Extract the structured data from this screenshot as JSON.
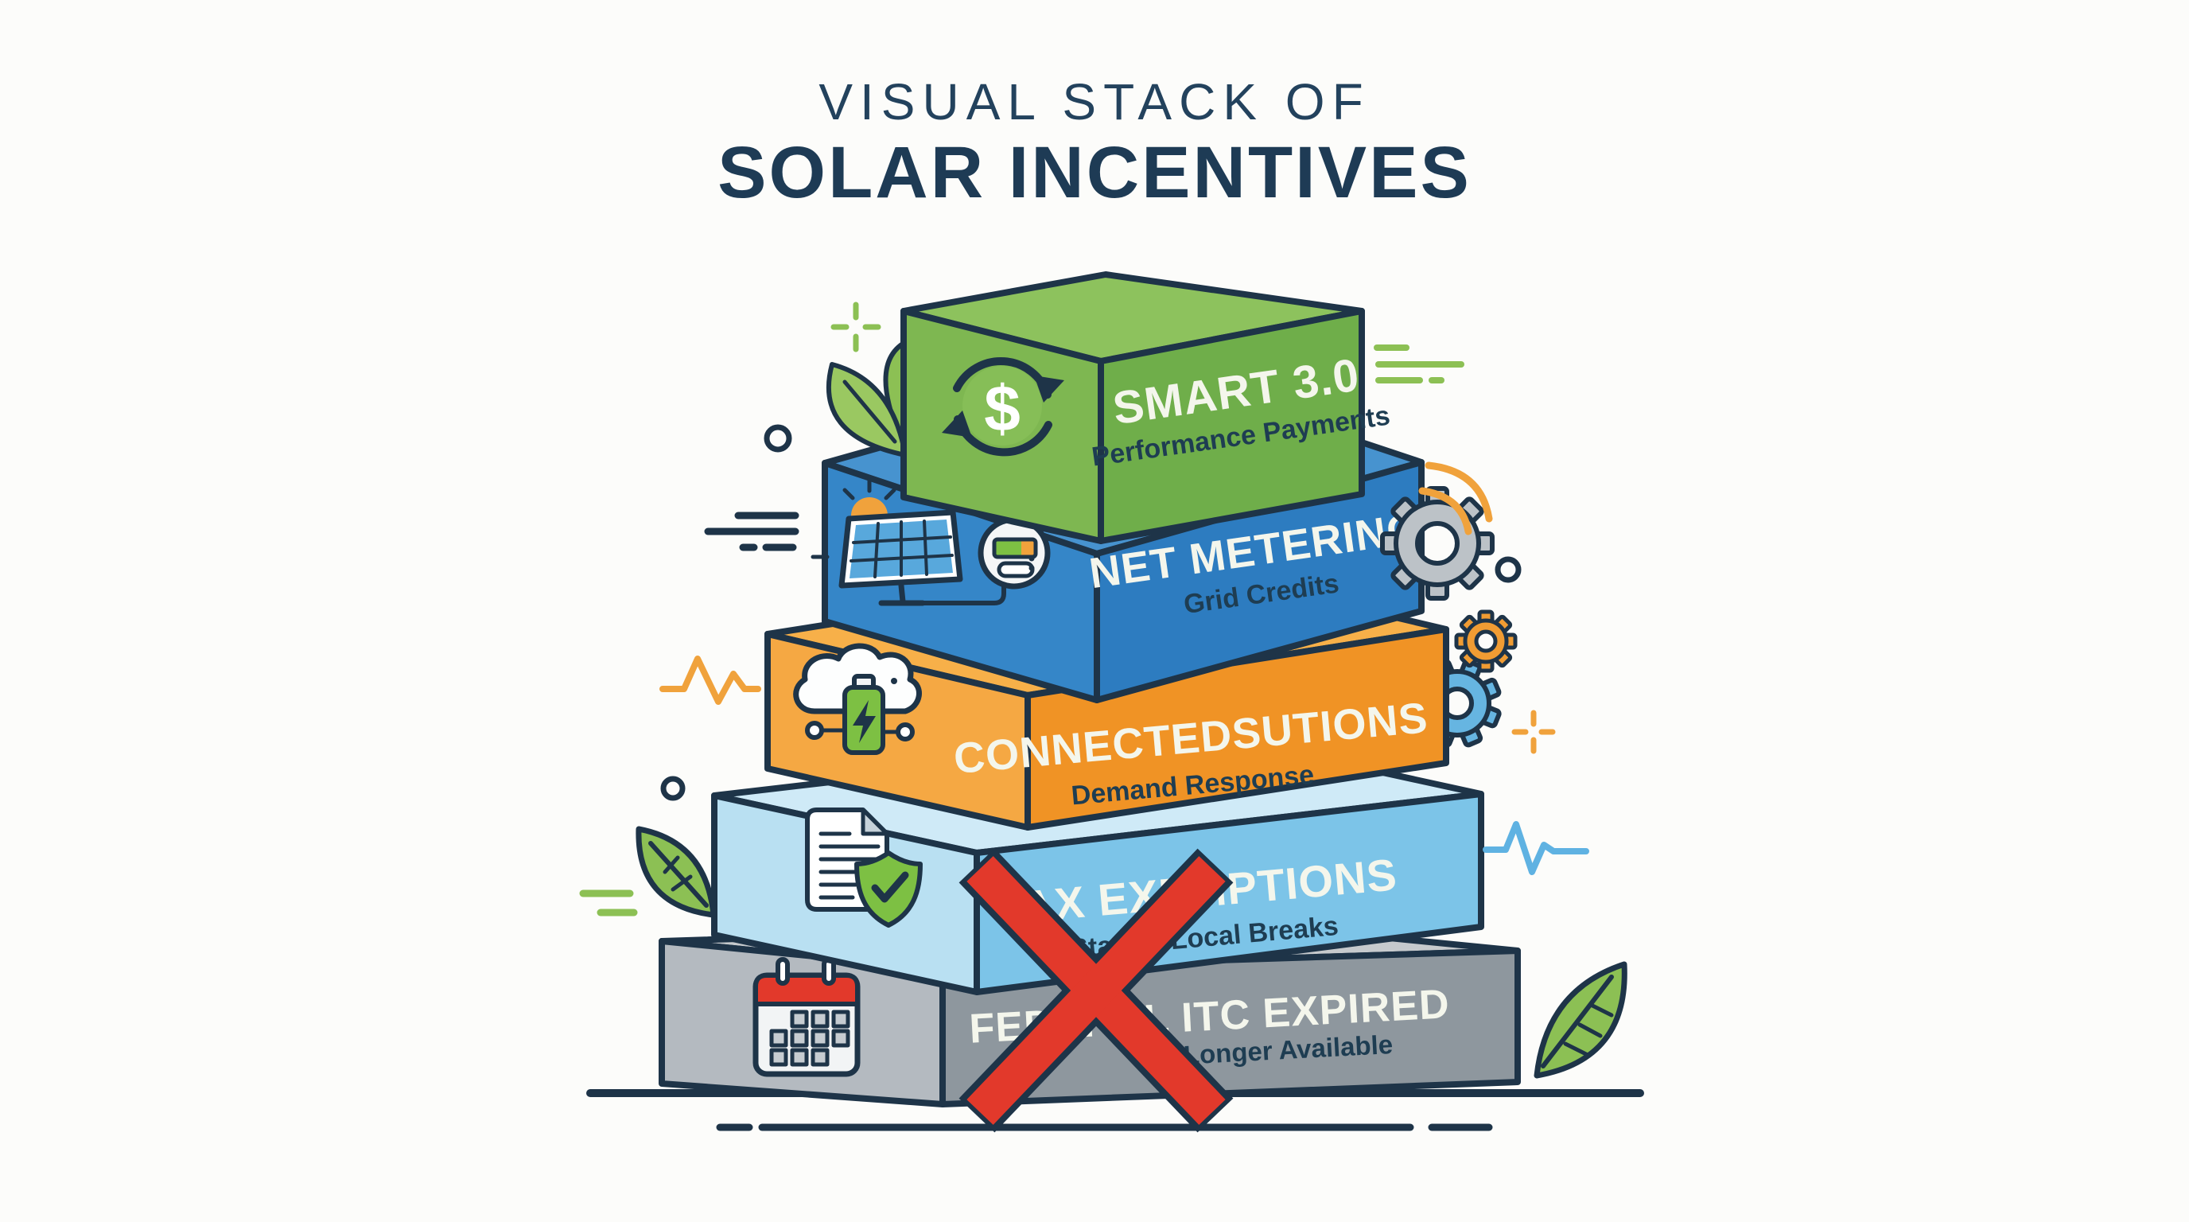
{
  "title": {
    "line1": "VISUAL STACK OF",
    "line2": "SOLAR INCENTIVES"
  },
  "tiers": [
    {
      "name": "SMART 3.0",
      "subtitle": "Performance Payments",
      "icon": "dollar-cycle-icon",
      "status": "active"
    },
    {
      "name": "NET METERING",
      "subtitle": "Grid Credits",
      "icon": "solar-panel-meter-icon",
      "status": "active"
    },
    {
      "name": "CONNECTEDSUTIONS",
      "subtitle": "Demand Response",
      "icon": "cloud-battery-icon",
      "status": "active"
    },
    {
      "name": "TAX EXEMPTIONS",
      "subtitle": "State & Local Breaks",
      "icon": "document-shield-icon",
      "status": "active"
    },
    {
      "name": "FEDERAL ITC EXPIRED",
      "subtitle": "No Longer Available",
      "icon": "calendar-icon",
      "status": "crossed-out"
    }
  ],
  "symbols": {
    "dollar": "$"
  },
  "decorations": [
    "leaf-icon",
    "gear-icon",
    "wifi-arcs-icon",
    "pulse-line",
    "sparkle-plus-icon",
    "speed-lines",
    "dot-circle",
    "ground-line"
  ],
  "colors": {
    "background": "#fcfcfa",
    "outline": "#1e3448",
    "title_navy": "#23425d",
    "green_top": "#8dc25d",
    "green_left": "#7eb751",
    "green_right": "#6fae4a",
    "blue_top": "#4793cf",
    "blue_left": "#3586c8",
    "blue_right": "#2d7cc0",
    "orange_top": "#f7b049",
    "orange_left": "#f5a843",
    "orange_right": "#f09325",
    "lightblue_top": "#cfeaf7",
    "lightblue_left": "#b9e0f2",
    "lightblue_right": "#7cc4e8",
    "gray_top": "#c6cacd",
    "gray_left": "#b4bac0",
    "gray_right": "#8e979e",
    "red_x": "#e2392b",
    "leaf_green": "#8cc054",
    "accent_orange": "#f0a23c",
    "battery_green": "#7dc043",
    "gear_gray": "#bcc2c7",
    "gear_orange": "#f09c33",
    "gear_blue": "#66b5e1"
  }
}
